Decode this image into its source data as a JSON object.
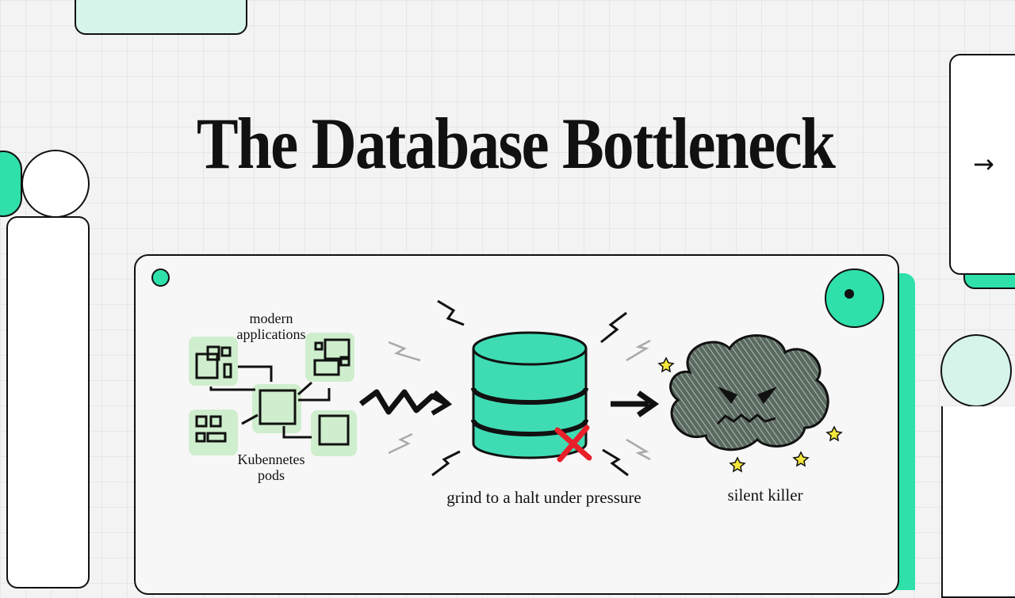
{
  "slide": {
    "title": "The Database Bottleneck",
    "next_arrow": "→"
  },
  "diagram": {
    "apps_label_line1": "modern",
    "apps_label_line2": "applications",
    "pods_label_line1": "Kubennetes",
    "pods_label_line2": "pods",
    "database_label": "grind to a halt under pressure",
    "cloud_label": "silent killer"
  },
  "colors": {
    "accent": "#2fe0ab",
    "mint": "#d6f4ea",
    "ink": "#111111",
    "danger": "#e8202a",
    "star": "#f5e63a"
  }
}
